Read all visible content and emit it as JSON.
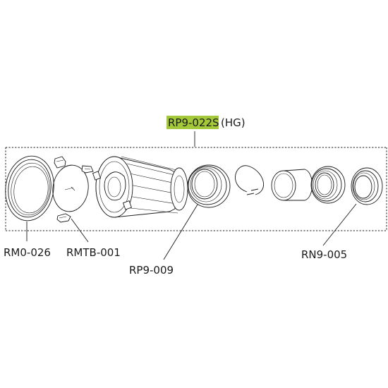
{
  "assembly": {
    "part_number": "RP9-022S",
    "variant": "(HG)"
  },
  "callouts": {
    "rm0_026": "RM0-026",
    "rmtb_001": "RMTB-001",
    "rp9_009": "RP9-009",
    "rn9_005": "RN9-005"
  },
  "colors": {
    "highlight": "#a3c93a",
    "line": "#1a1a1a"
  }
}
